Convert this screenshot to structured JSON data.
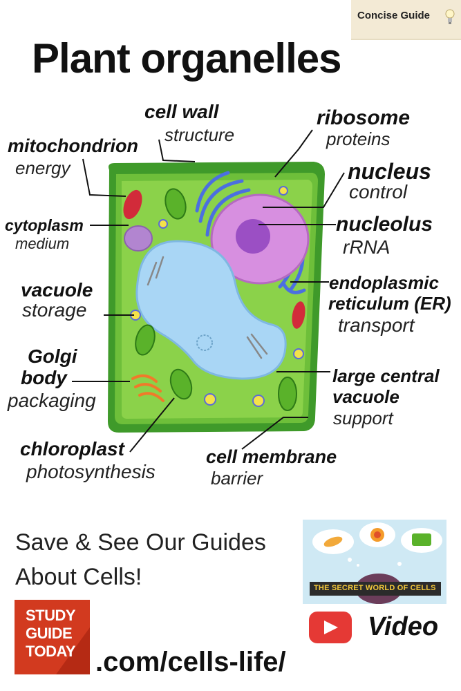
{
  "header": {
    "badge": "Concise Guide",
    "title": "Plant organelles"
  },
  "labels": {
    "cell_wall": {
      "name": "cell wall",
      "role": "structure"
    },
    "ribosome": {
      "name": "ribosome",
      "role": "proteins"
    },
    "mitochondrion": {
      "name": "mitochondrion",
      "role": "energy"
    },
    "nucleus": {
      "name": "nucleus",
      "role": "control"
    },
    "cytoplasm": {
      "name": "cytoplasm",
      "role": "medium"
    },
    "nucleolus": {
      "name": "nucleolus",
      "role": "rRNA"
    },
    "vacuole": {
      "name": "vacuole",
      "role": "storage"
    },
    "er": {
      "name_line1": "endoplasmic",
      "name_line2": "reticulum (ER)",
      "role": "transport"
    },
    "golgi": {
      "name_line1": "Golgi",
      "name_line2": "body",
      "role": "packaging"
    },
    "large_vacuole": {
      "name_line1": "large central",
      "name_line2": "vacuole",
      "role": "support"
    },
    "chloroplast": {
      "name": "chloroplast",
      "role": "photosynthesis"
    },
    "cell_membrane": {
      "name": "cell membrane",
      "role": "barrier"
    }
  },
  "footer": {
    "cta_line1": "Save  & See Our Guides",
    "cta_line2": "About Cells!",
    "logo_line1": "STUDY",
    "logo_line2": "GUIDE",
    "logo_line3": "TODAY",
    "url": ".com/cells-life/",
    "video_thumb_text": "THE SECRET WORLD OF CELLS",
    "video_label": "Video"
  },
  "colors": {
    "cell_wall": "#3f9a2a",
    "cytoplasm": "#8bd24a",
    "vacuole": "#a9d6f5",
    "nucleus": "#d78fe0",
    "nucleolus": "#9b4fc4",
    "er": "#4b6fe0",
    "mitochondrion": "#d22b3a",
    "chloroplast": "#5ab22a",
    "golgi": "#f07a2a",
    "logo": "#d23a1f",
    "youtube": "#e53935",
    "badge": "#f3ead5"
  }
}
